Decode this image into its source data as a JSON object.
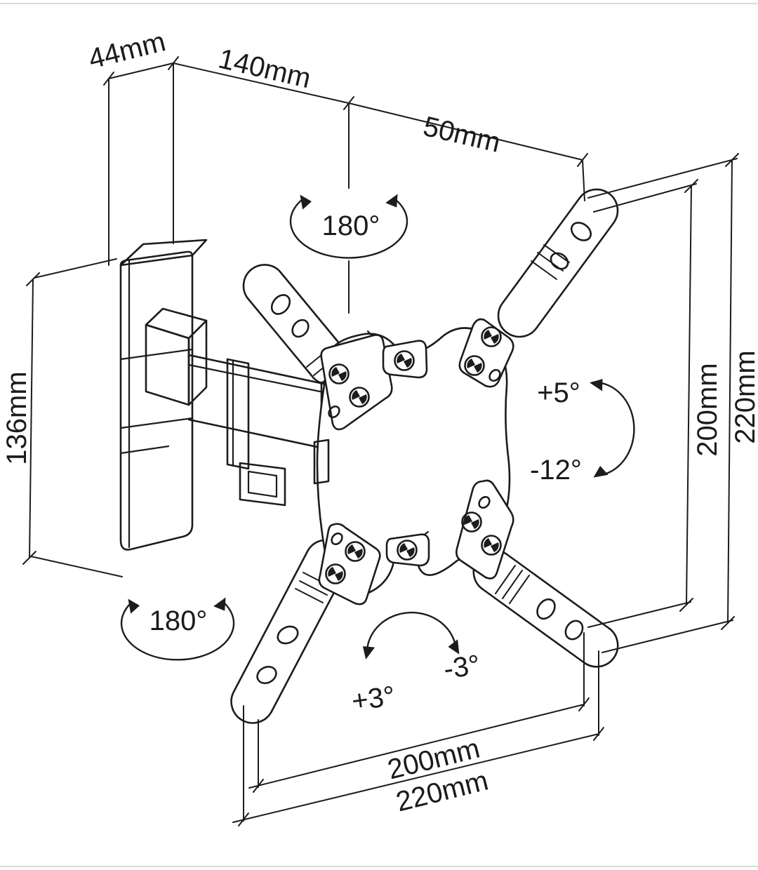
{
  "labels": {
    "dim_wall_depth": "44mm",
    "dim_arm_length": "140mm",
    "dim_plate_offset": "50mm",
    "dim_wall_height": "136mm",
    "rotation_top": "180°",
    "rotation_bottom": "180°",
    "tilt_up": "+5°",
    "tilt_down": "-12°",
    "dim_vertical_inner": "200mm",
    "dim_vertical_outer": "220mm",
    "level_left": "+3°",
    "level_right": "-3°",
    "dim_horizontal_inner": "200mm",
    "dim_horizontal_outer": "220mm"
  },
  "colors": {
    "ink": "#1c1c1c",
    "background": "#ffffff",
    "edge_artifact": "#dadada"
  }
}
